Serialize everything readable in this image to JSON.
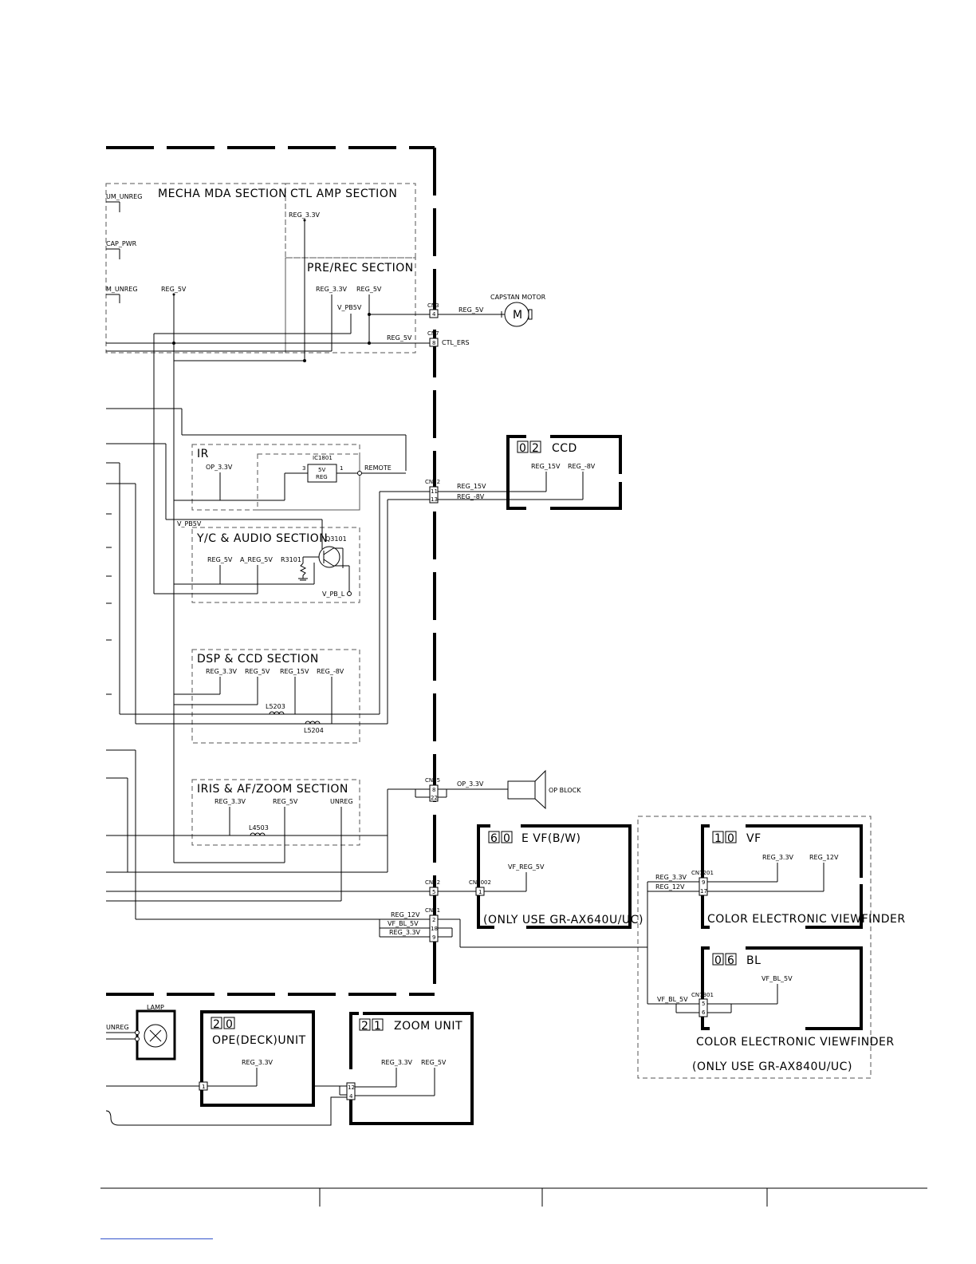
{
  "sections": {
    "mecha": "MECHA MDA SECTION",
    "ctl_amp": "CTL AMP SECTION",
    "pre_rec": "PRE/REC SECTION",
    "ir": "IR",
    "yc_audio": "Y/C & AUDIO SECTION",
    "dsp_ccd": "DSP & CCD SECTION",
    "iris": "IRIS & AF/ZOOM SECTION"
  },
  "blocks": {
    "ccd": {
      "num1": "0",
      "num2": "2",
      "title": "CCD"
    },
    "evf": {
      "num1": "6",
      "num2": "0",
      "title": "E VF(B/W)",
      "note": "(ONLY USE GR-AX640U/UC)"
    },
    "vf": {
      "num1": "1",
      "num2": "0",
      "title": "VF",
      "caption": "COLOR ELECTRONIC VIEWFINDER"
    },
    "bl": {
      "num1": "0",
      "num2": "6",
      "title": "BL",
      "caption": "COLOR ELECTRONIC VIEWFINDER"
    },
    "vf_group_note": "(ONLY USE GR-AX840U/UC)",
    "ope": {
      "num1": "2",
      "num2": "0",
      "title": "OPE(DECK)UNIT"
    },
    "zoom": {
      "num1": "2",
      "num2": "1",
      "title": "ZOOM UNIT"
    }
  },
  "labels": {
    "um_unreg": "UM_UNREG",
    "cap_pwr": "CAP_PWR",
    "m_unreg": "M_UNREG",
    "reg_5v": "REG_5V",
    "reg_3_3v": "REG_3.3V",
    "reg_15v": "REG_15V",
    "reg_m8v": "REG_-8V",
    "reg_12v": "REG_12V",
    "v_pb5v": "V_PB5V",
    "v_pb_l": "V_PB_L",
    "op_3_3v": "OP_3.3V",
    "a_reg_5v": "A_REG_5V",
    "vf_reg_5v": "VF_REG_5V",
    "vf_bl_5v": "VF_BL_5V",
    "unreg": "UNREG",
    "remote": "REMOTE",
    "ctl_ers": "CTL_ERS",
    "capstan_motor": "CAPSTAN MOTOR",
    "motor_m": "M",
    "op_block": "OP BLOCK",
    "lamp": "LAMP",
    "reg_5v_chip": "5V",
    "reg_chip": "REG"
  },
  "parts": {
    "ic1801": "IC1801",
    "q3101": "Q3101",
    "r3101": "R3101",
    "l5203": "L5203",
    "l5204": "L5204",
    "l4503": "L4503"
  },
  "connectors": {
    "cn3": "CN3",
    "cn7": "CN7",
    "cn22": "CN22",
    "cn15": "CN15",
    "cn12": "CN12",
    "cn11": "CN11",
    "cn7002": "CN7002",
    "cn7201": "CN7201",
    "cn7301": "CN7301"
  },
  "pins": {
    "p1": "1",
    "p2": "2",
    "p3": "3",
    "p4": "4",
    "p5": "5",
    "p6": "6",
    "p8": "8",
    "p9": "9",
    "p11": "11",
    "p12": "12",
    "p13": "13",
    "p17": "17",
    "p18": "18",
    "p22": "22"
  }
}
